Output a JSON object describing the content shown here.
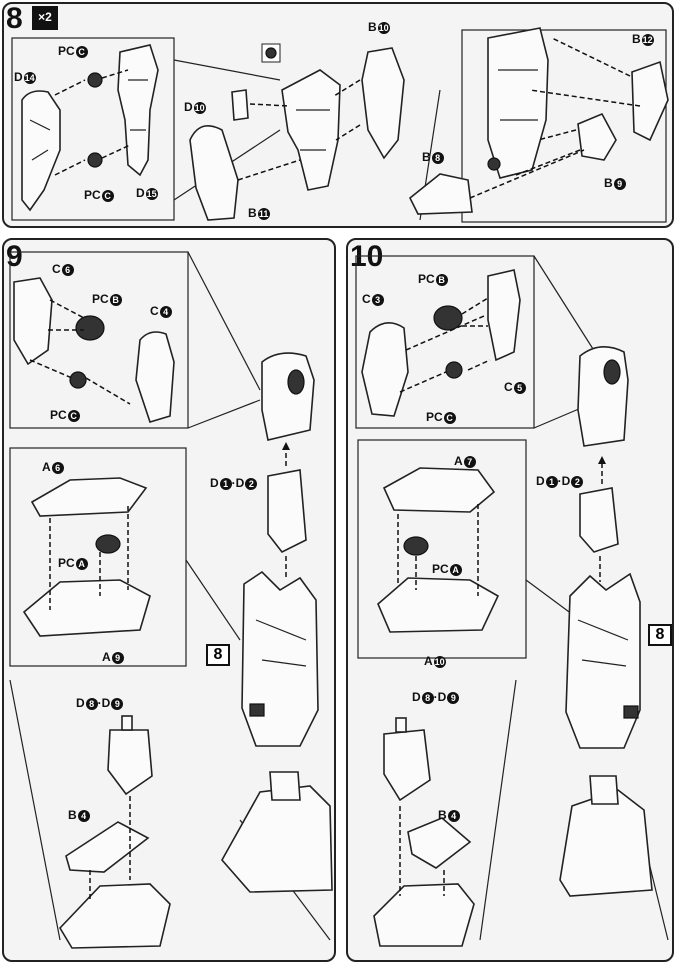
{
  "steps": {
    "step8": {
      "number": "8",
      "multiplier": "×2"
    },
    "step9": {
      "number": "9"
    },
    "step10": {
      "number": "10"
    }
  },
  "ref_box": "8",
  "labels": {
    "s8": {
      "d14": {
        "t": "D",
        "n": "14"
      },
      "pc_c_top": {
        "t": "PC",
        "n": "C"
      },
      "pc_c_bot": {
        "t": "PC",
        "n": "C"
      },
      "d15": {
        "t": "D",
        "n": "15"
      },
      "d10": {
        "t": "D",
        "n": "10"
      },
      "b11": {
        "t": "B",
        "n": "11"
      },
      "b10": {
        "t": "B",
        "n": "10"
      },
      "b12": {
        "t": "B",
        "n": "12"
      },
      "b8": {
        "t": "B",
        "n": "8"
      },
      "b9": {
        "t": "B",
        "n": "9"
      }
    },
    "s9": {
      "c6": {
        "t": "C",
        "n": "6"
      },
      "pc_b": {
        "t": "PC",
        "n": "B"
      },
      "c4": {
        "t": "C",
        "n": "4"
      },
      "pc_c": {
        "t": "PC",
        "n": "C"
      },
      "a6": {
        "t": "A",
        "n": "6"
      },
      "pc_a": {
        "t": "PC",
        "n": "A"
      },
      "a9": {
        "t": "A",
        "n": "9"
      },
      "d1d2": {
        "t": "D",
        "n": "1",
        "t2": "·D",
        "n2": "2"
      },
      "d8d9": {
        "t": "D",
        "n": "8",
        "t2": "·D",
        "n2": "9"
      },
      "b4": {
        "t": "B",
        "n": "4"
      }
    },
    "s10": {
      "pc_b": {
        "t": "PC",
        "n": "B"
      },
      "c3": {
        "t": "C",
        "n": "3"
      },
      "c5": {
        "t": "C",
        "n": "5"
      },
      "pc_c": {
        "t": "PC",
        "n": "C"
      },
      "a7": {
        "t": "A",
        "n": "7"
      },
      "pc_a": {
        "t": "PC",
        "n": "A"
      },
      "a10": {
        "t": "A",
        "n": "10"
      },
      "d1d2": {
        "t": "D",
        "n": "1",
        "t2": "·D",
        "n2": "2"
      },
      "d8d9": {
        "t": "D",
        "n": "8",
        "t2": "·D",
        "n2": "9"
      },
      "b4": {
        "t": "B",
        "n": "4"
      }
    }
  },
  "colors": {
    "ink": "#111111",
    "panel": "#f4f4f4"
  }
}
